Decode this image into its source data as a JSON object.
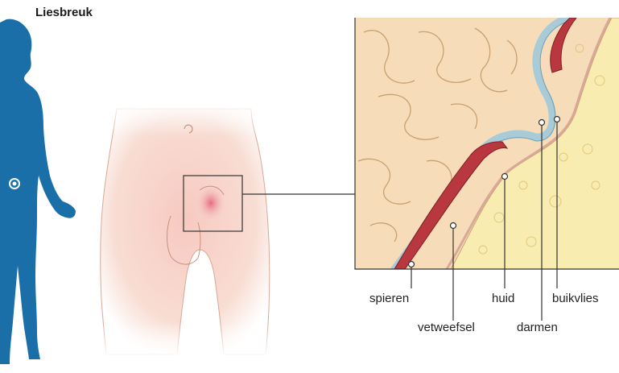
{
  "title": "Liesbreuk",
  "labels": {
    "spieren": "spieren",
    "vetweefsel": "vetweefsel",
    "huid": "huid",
    "darmen": "darmen",
    "buikvlies": "buikvlies"
  },
  "colors": {
    "silhouette": "#1b6fa8",
    "skin": "#f5d9cc",
    "skin_line": "#d9a898",
    "hernia": "#e88a96",
    "intestine": "#f6dcb8",
    "intestine_line": "#c9a070",
    "fat": "#f9ecb0",
    "muscle": "#b9373f",
    "peritoneum": "#a9cbd8",
    "frame": "#333333"
  }
}
